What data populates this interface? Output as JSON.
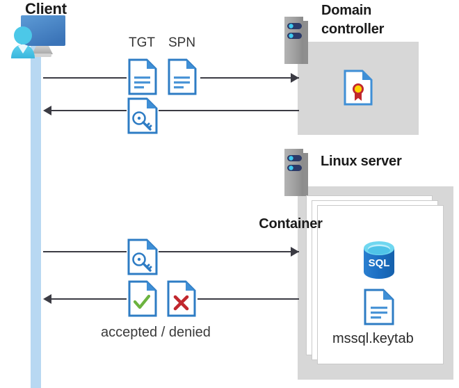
{
  "diagram": {
    "title_client": "Client",
    "title_domain_controller": "Domain\ncontroller",
    "title_domain_controller_line1": "Domain",
    "title_domain_controller_line2": "controller",
    "title_linux_server": "Linux server",
    "title_container": "Container",
    "label_tgt": "TGT",
    "label_spn": "SPN",
    "label_accepted_denied": "accepted / denied",
    "label_keytab": "mssql.keytab",
    "label_sql": "SQL"
  },
  "icons": {
    "client": "client-workstation-user-icon",
    "server_rack": "server-rack-icon",
    "document_text": "text-document-icon",
    "document_key": "key-ticket-document-icon",
    "document_certificate": "certificate-document-icon",
    "document_check": "accepted-document-icon",
    "document_cross": "denied-document-icon",
    "sql_database": "sql-database-cylinder-icon"
  },
  "flows": [
    {
      "id": "flow-1",
      "direction": "right",
      "from": "client",
      "to": "domain-controller",
      "payload": [
        "TGT",
        "SPN"
      ]
    },
    {
      "id": "flow-2",
      "direction": "left",
      "from": "domain-controller",
      "to": "client",
      "payload": [
        "ticket"
      ]
    },
    {
      "id": "flow-3",
      "direction": "right",
      "from": "client",
      "to": "container",
      "payload": [
        "ticket"
      ]
    },
    {
      "id": "flow-4",
      "direction": "left",
      "from": "container",
      "to": "client",
      "payload": [
        "accepted",
        "denied"
      ]
    }
  ],
  "colors": {
    "lifeline": "#b8d8f2",
    "zone_gray": "#d7d7d7",
    "arrow": "#3b3b43",
    "doc_blue": "#2e7cc4",
    "doc_fold": "#3f8fd6",
    "sql_blue": "#1b6ec2",
    "check_green": "#6cb33f",
    "cross_red": "#c1272d",
    "ribbon_red": "#c1272d",
    "ribbon_gold": "#ffd200",
    "rack_gray": "#9a9a9a",
    "rack_navy": "#2b3a68",
    "rack_dot": "#3ec8f0",
    "monitor_blue": "#4a8ccc",
    "person_cyan": "#4cc8e8"
  }
}
